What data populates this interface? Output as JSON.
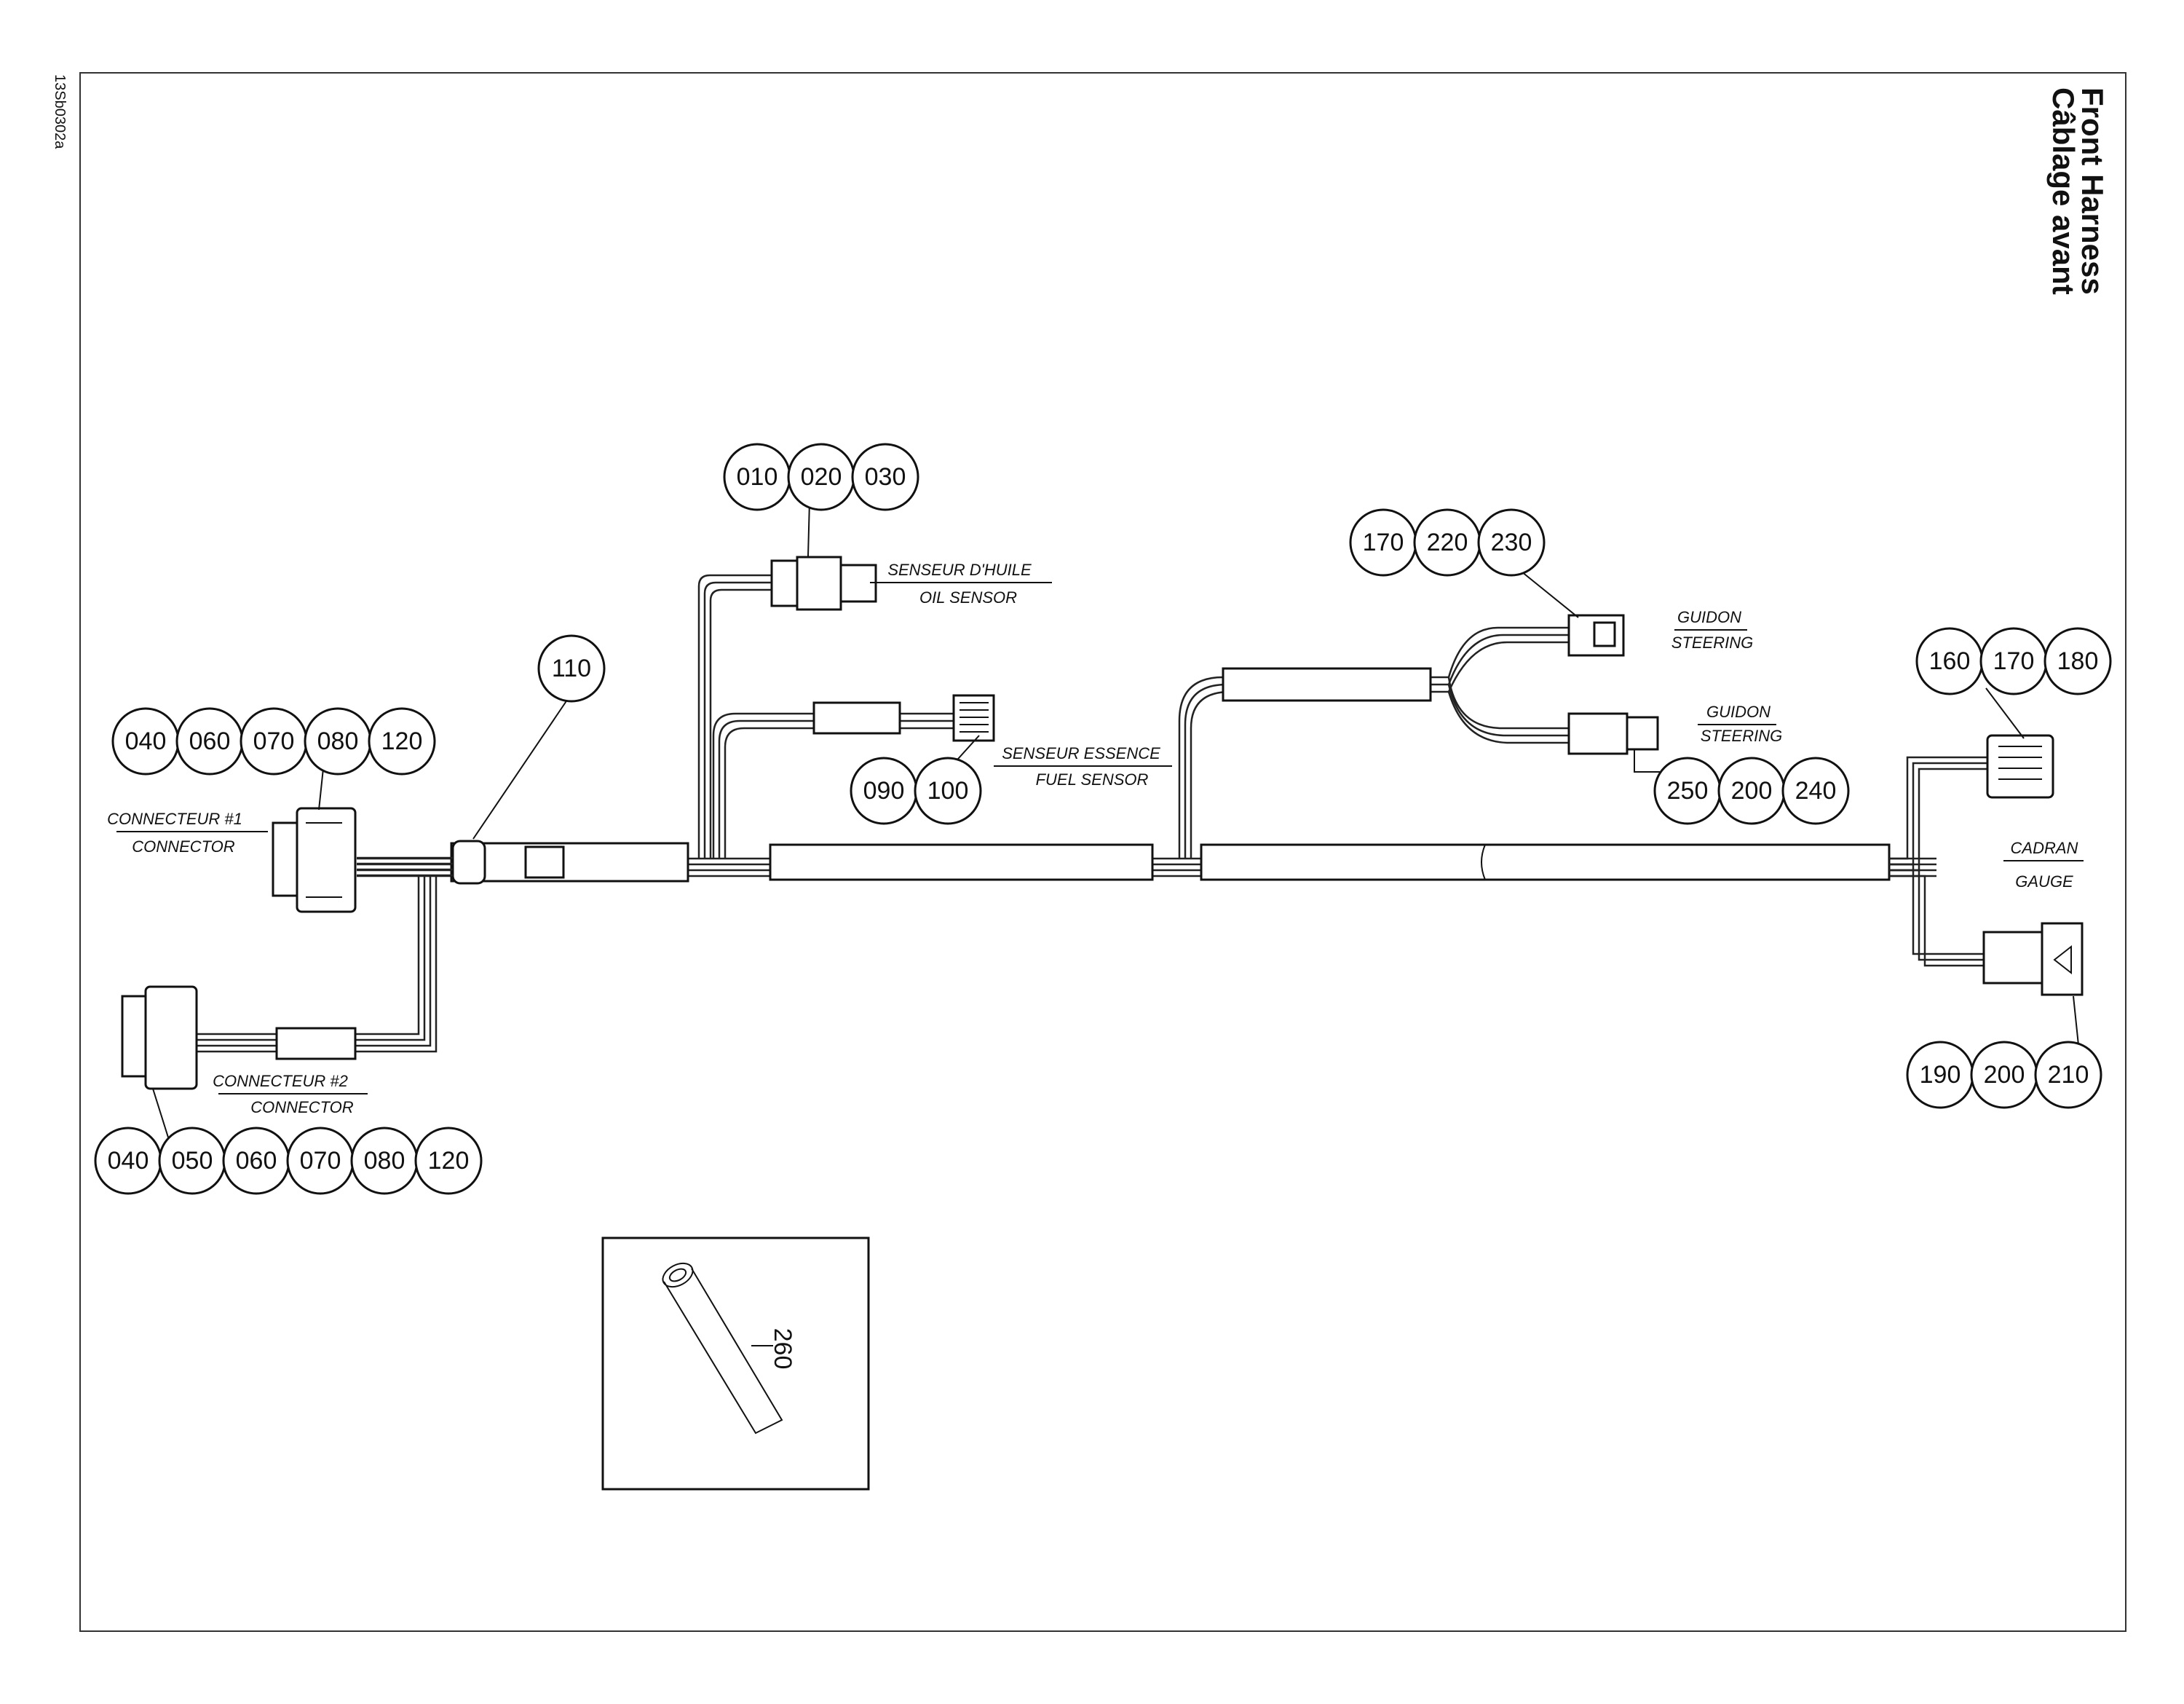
{
  "title": {
    "line1": "Front Harness",
    "line2": "Câblage avant"
  },
  "drawing_ref": "13Sb0302a",
  "connectors": {
    "connector1": {
      "fr": "CONNECTEUR #1",
      "en": "CONNECTOR"
    },
    "connector2": {
      "fr": "CONNECTEUR #2",
      "en": "CONNECTOR"
    },
    "oil_sensor": {
      "fr": "SENSEUR D'HUILE",
      "en": "OIL SENSOR"
    },
    "fuel_sensor": {
      "fr": "SENSEUR ESSENCE",
      "en": "FUEL SENSOR"
    },
    "steering1": {
      "fr": "GUIDON",
      "en": "STEERING"
    },
    "steering2": {
      "fr": "GUIDON",
      "en": "STEERING"
    },
    "gauge": {
      "fr": "CADRAN",
      "en": "GAUGE"
    }
  },
  "callouts": {
    "oil": [
      "010",
      "020",
      "030"
    ],
    "fuel": [
      "090",
      "100"
    ],
    "c1": [
      "040",
      "060",
      "070",
      "080",
      "120"
    ],
    "c2": [
      "040",
      "050",
      "060",
      "070",
      "080",
      "120"
    ],
    "clip": [
      "110"
    ],
    "steer1": [
      "170",
      "220",
      "230"
    ],
    "steer2": [
      "250",
      "200",
      "240"
    ],
    "gauge_top": [
      "160",
      "170",
      "180"
    ],
    "gauge_bottom": [
      "190",
      "200",
      "210"
    ]
  },
  "tube_part": "260"
}
